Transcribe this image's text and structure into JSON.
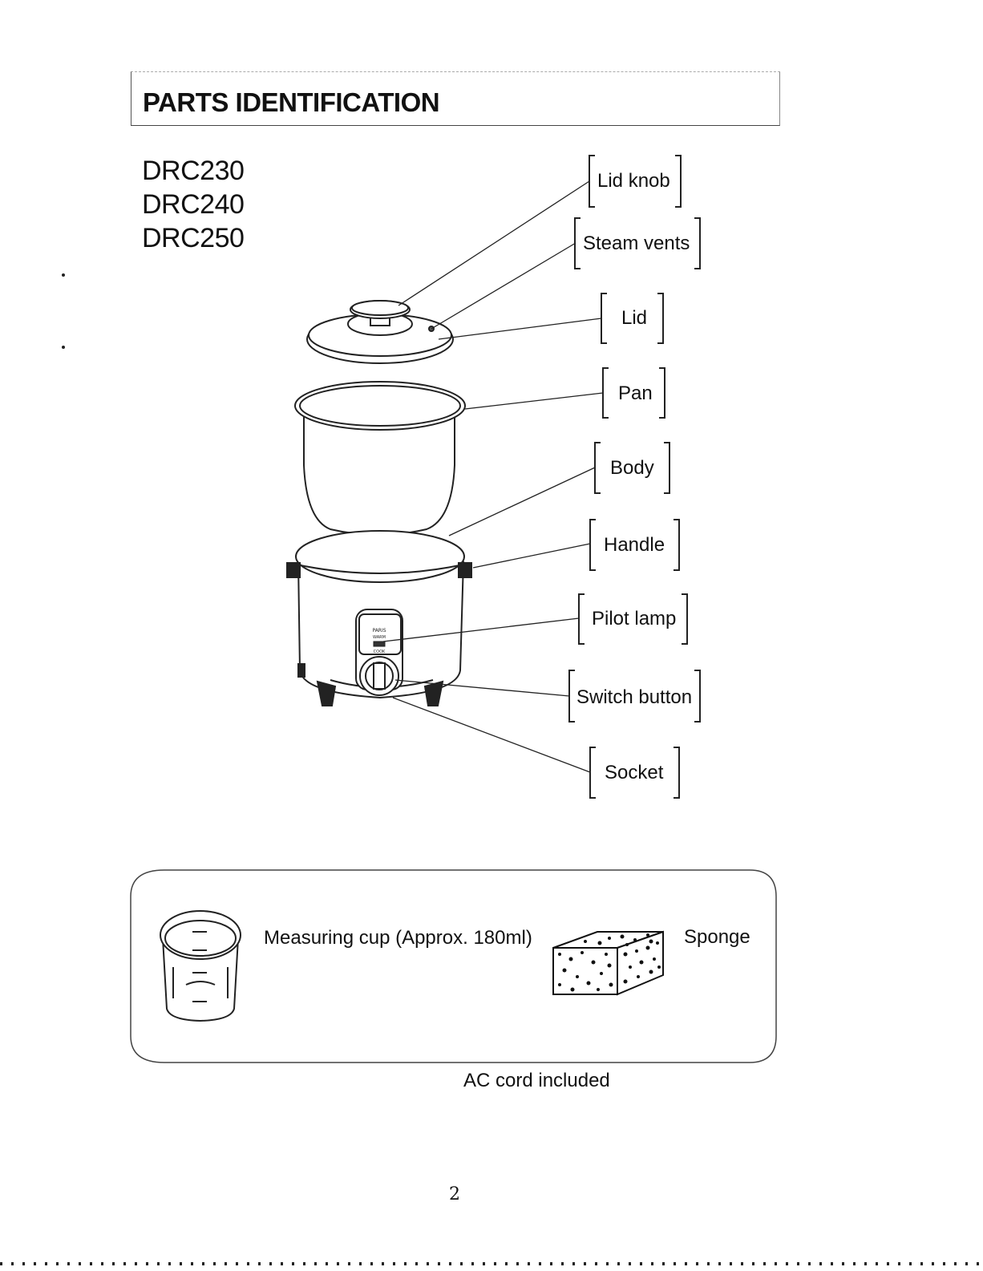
{
  "header": {
    "title": "PARTS IDENTIFICATION"
  },
  "models": [
    "DRC230",
    "DRC240",
    "DRC250"
  ],
  "parts": [
    {
      "id": "lid-knob",
      "label": "Lid knob"
    },
    {
      "id": "steam-vents",
      "label": "Steam vents"
    },
    {
      "id": "lid",
      "label": "Lid"
    },
    {
      "id": "pan",
      "label": "Pan"
    },
    {
      "id": "body",
      "label": "Body"
    },
    {
      "id": "handle",
      "label": "Handle"
    },
    {
      "id": "pilot-lamp",
      "label": "Pilot lamp"
    },
    {
      "id": "switch-button",
      "label": "Switch button"
    },
    {
      "id": "socket",
      "label": "Socket"
    }
  ],
  "accessories": {
    "measuring_cup": "Measuring cup (Approx. 180ml)",
    "sponge": "Sponge"
  },
  "footer": {
    "note": "AC cord included",
    "page_number": "2"
  },
  "appliance_panel_text": [
    "PARIS",
    "WARM",
    "COOK"
  ]
}
